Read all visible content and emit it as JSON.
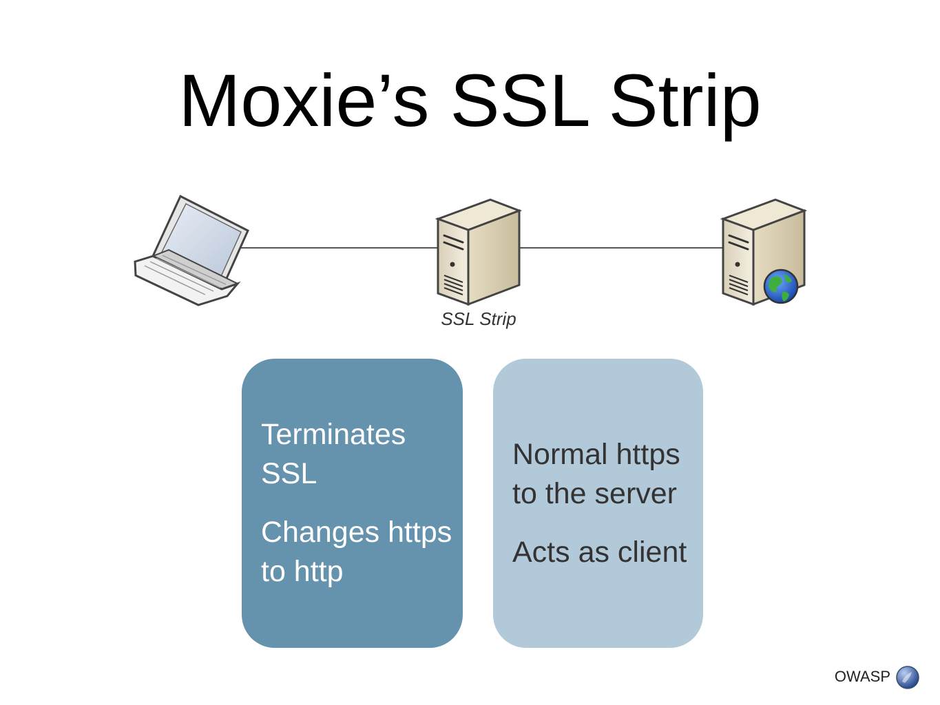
{
  "title": "Moxie’s SSL Strip",
  "diagram": {
    "nodes": [
      {
        "icon": "laptop-icon"
      },
      {
        "icon": "server-icon",
        "label": "SSL Strip"
      },
      {
        "icon": "web-server-icon"
      }
    ],
    "colors": {
      "line": "#555555",
      "box_left": "#6592ad",
      "box_right": "#b2c9d9"
    }
  },
  "boxes": {
    "left": {
      "lines": [
        "Terminates SSL",
        "Changes https to http"
      ]
    },
    "right": {
      "lines": [
        "Normal https to the server",
        "Acts as client"
      ]
    }
  },
  "footer": {
    "text": "OWASP",
    "logo_icon": "owasp-logo-icon"
  }
}
